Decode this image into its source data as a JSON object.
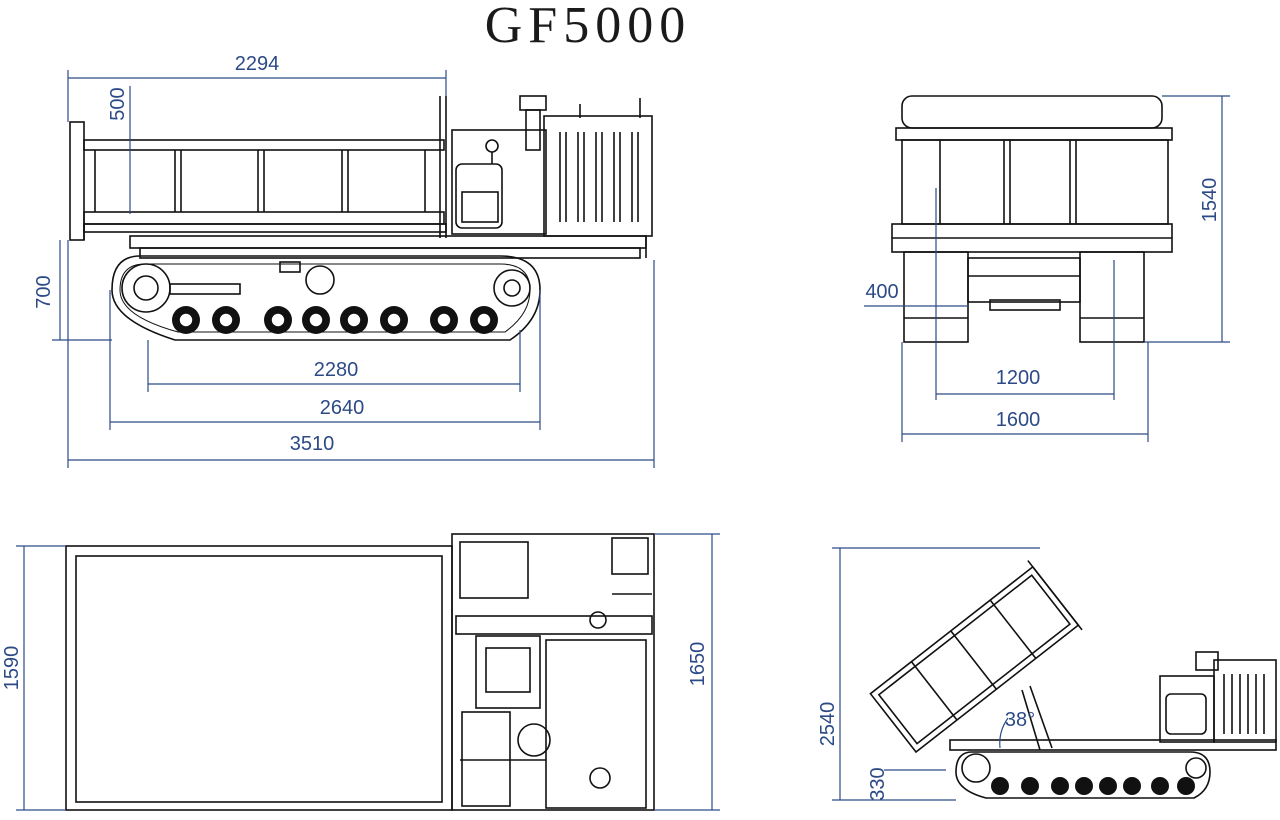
{
  "title": "GF5000",
  "dimensions": {
    "side_top_length": "2294",
    "side_rail_height": "500",
    "side_ground_clearance": "700",
    "track_inner_length": "2280",
    "track_total_length": "2640",
    "overall_length": "3510",
    "front_height": "1540",
    "front_track_height": "400",
    "front_track_gauge": "1200",
    "front_width": "1600",
    "top_width_bed": "1590",
    "top_width_cab": "1650",
    "dump_height": "2540",
    "dump_low_height": "330",
    "dump_angle": "38°"
  },
  "colors": {
    "line": "#111111",
    "dimension": "#2c4a86",
    "background": "#ffffff"
  }
}
